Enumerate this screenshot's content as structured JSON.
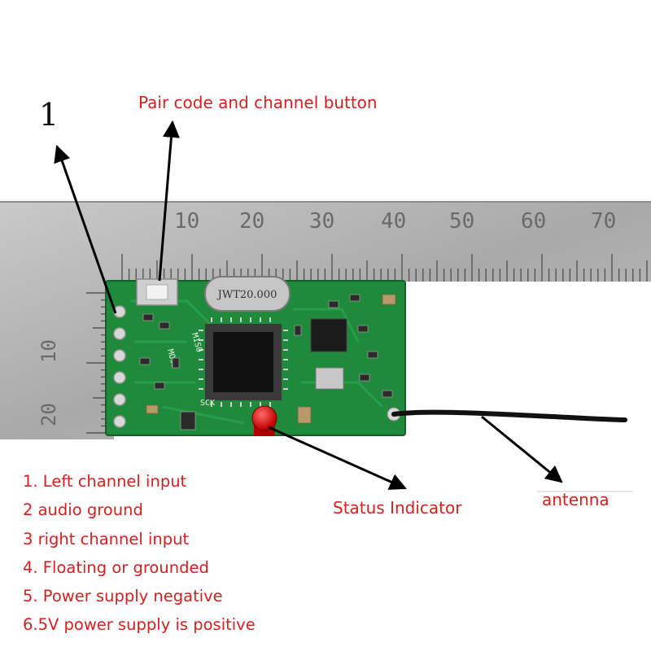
{
  "callouts": {
    "pin_one_marker": "1",
    "pair_button": "Pair code and channel button",
    "status_indicator": "Status Indicator",
    "antenna": "antenna"
  },
  "crystal_marking": "JWT20.000",
  "silkscreen": [
    "MISO",
    "MOSI",
    "SCK"
  ],
  "ruler": {
    "top_ticks": [
      "10",
      "20",
      "30",
      "40",
      "50",
      "60",
      "70"
    ],
    "side_ticks": [
      "10",
      "20"
    ]
  },
  "pin_legend": [
    "1. Left channel input",
    "2 audio ground",
    "3 right channel input",
    "4. Floating or grounded",
    "5. Power supply negative",
    "6.5V power supply is positive"
  ],
  "colors": {
    "label": "#d42020",
    "pcb": "#1f8a3c",
    "ruler": "#b9b9b9",
    "led": "#e01818"
  }
}
